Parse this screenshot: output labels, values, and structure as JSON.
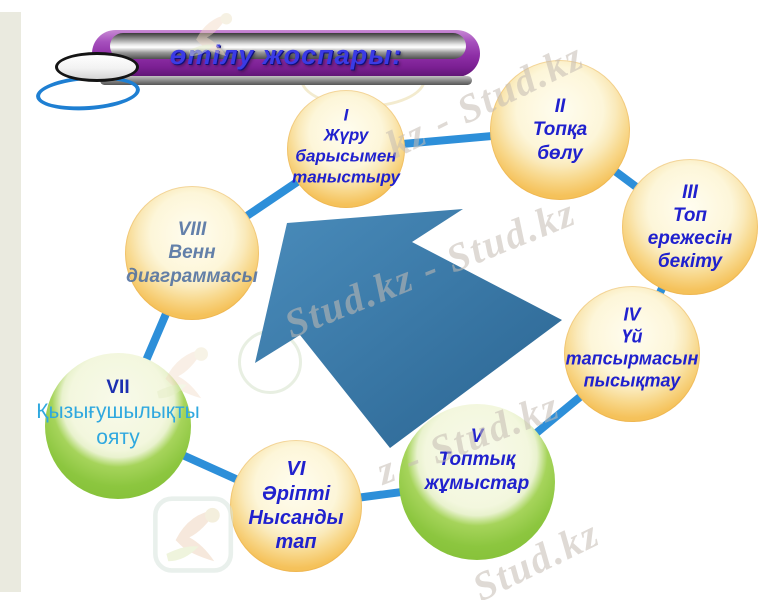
{
  "slide": {
    "title": "өтілу жоспары:",
    "steps": [
      {
        "numeral": "I",
        "lines": [
          "Жүру",
          "барысымен",
          "таныстыру"
        ]
      },
      {
        "numeral": "II",
        "lines": [
          "Топқа",
          "бөлу"
        ]
      },
      {
        "numeral": "III",
        "lines": [
          "Топ",
          "ережесін",
          "бекіту"
        ]
      },
      {
        "numeral": "IV",
        "lines": [
          "Үй",
          "тапсырмасын",
          "пысықтау"
        ]
      },
      {
        "numeral": "V",
        "lines": [
          "Топтық",
          "жұмыстар"
        ]
      },
      {
        "numeral": "VI",
        "lines": [
          "Әріпті",
          "Нысанды",
          "тап"
        ]
      },
      {
        "numeral": "VII",
        "lines": [
          "Қызығушылықты",
          "ояту"
        ]
      },
      {
        "numeral": "VIII",
        "lines": [
          "Венн",
          "диаграммасы"
        ]
      }
    ],
    "watermarks": {
      "line_top": "kz - Stud.kz",
      "line_middle": "Stud.kz - Stud.kz",
      "line_lower": "z - Stud.kz",
      "line_bottom": "Stud.kz"
    },
    "colors": {
      "step_text": "#2021CE",
      "step_vii_text": "#2FA8DF",
      "step_viii_text": "#4D6EA0",
      "orange_circle": "#F3B94B",
      "green_circle": "#8CC63F",
      "connector_line": "#2D8FD9",
      "arrow": "#316F9F",
      "title_text": "#3B3BE5",
      "banner_purple": "#8E2EA6"
    }
  }
}
